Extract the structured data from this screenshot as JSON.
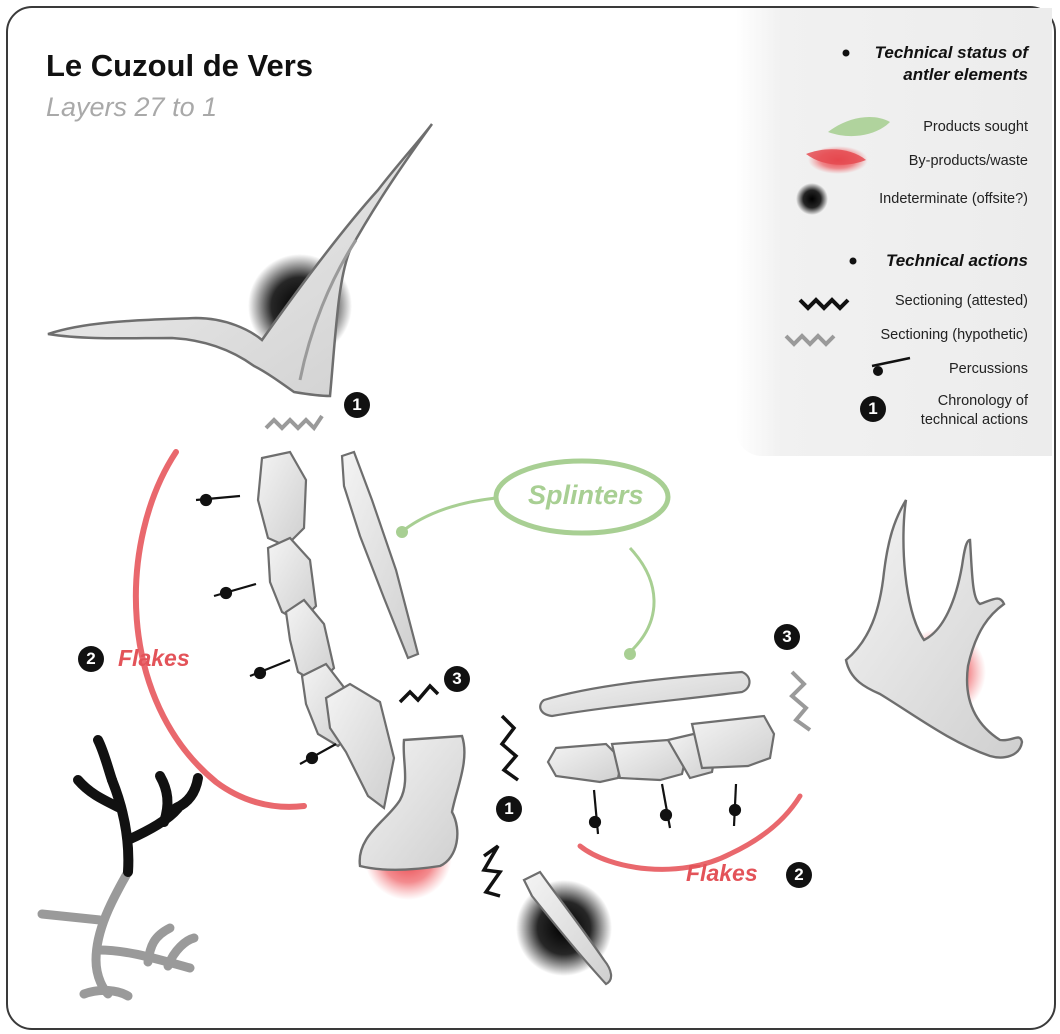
{
  "header": {
    "title": "Le Cuzoul de Vers",
    "subtitle": "Layers 27 to 1"
  },
  "legend": {
    "status_heading_line1": "Technical status of",
    "status_heading_line2": "antler elements",
    "products_sought": "Products sought",
    "byproducts": "By-products/waste",
    "indeterminate": "Indeterminate (offsite?)",
    "actions_heading": "Technical actions",
    "sectioning_attested": "Sectioning (attested)",
    "sectioning_hypothetic": "Sectioning (hypothetic)",
    "percussions": "Percussions",
    "chronology_line1": "Chronology of",
    "chronology_line2": "technical actions",
    "chronology_badge": "1"
  },
  "labels": {
    "flakes_left": "Flakes",
    "flakes_right": "Flakes",
    "splinters": "Splinters"
  },
  "steps": {
    "top": "1",
    "middle": "1",
    "left_flakes": "2",
    "right_flakes": "2",
    "center": "3",
    "right": "3"
  },
  "colors": {
    "products_sought": "#a8cf93",
    "byproducts": "#e35359",
    "indeterminate": "#111111",
    "bone_fill": "#e6e6e6",
    "bone_stroke": "#777777"
  }
}
